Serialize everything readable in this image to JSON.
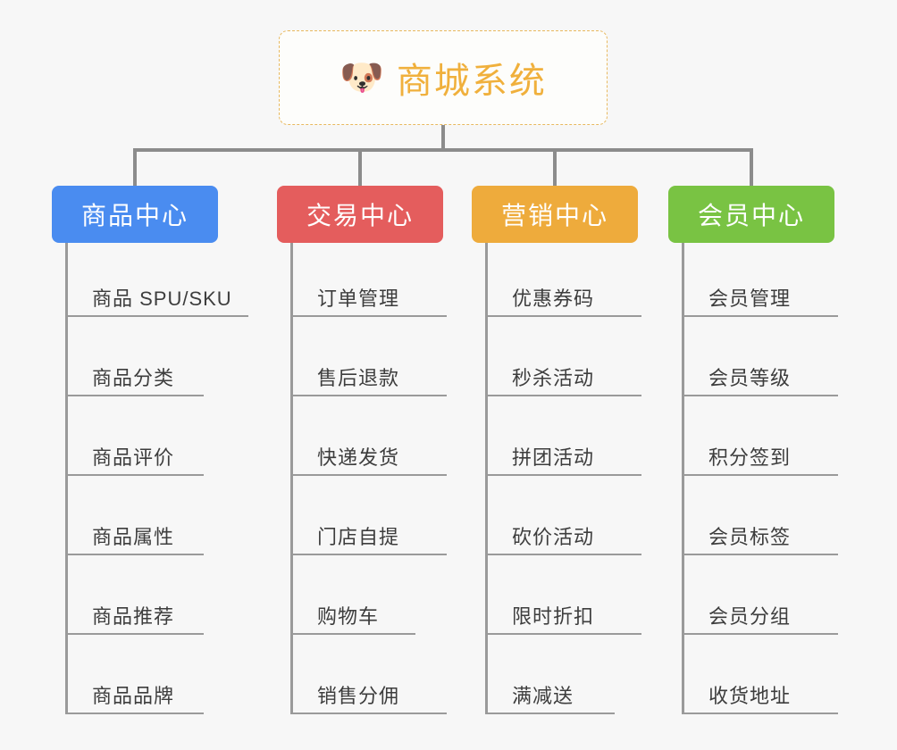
{
  "background_color": "#f7f7f7",
  "root": {
    "icon": "shiba-dog-face-emoji",
    "emoji": "🐶",
    "title": "商城系统",
    "text_color": "#f0b03c",
    "border_color": "#e8b95f"
  },
  "connector_color": "#8c8c8c",
  "columns": [
    {
      "id": "product-center",
      "label": "商品中心",
      "color": "#4a8cf0",
      "items": [
        "商品 SPU/SKU",
        "商品分类",
        "商品评价",
        "商品属性",
        "商品推荐",
        "商品品牌"
      ]
    },
    {
      "id": "trade-center",
      "label": "交易中心",
      "color": "#e45d5d",
      "items": [
        "订单管理",
        "售后退款",
        "快递发货",
        "门店自提",
        "购物车",
        "销售分佣"
      ]
    },
    {
      "id": "marketing-center",
      "label": "营销中心",
      "color": "#eeab3c",
      "items": [
        "优惠券码",
        "秒杀活动",
        "拼团活动",
        "砍价活动",
        "限时折扣",
        "满减送"
      ]
    },
    {
      "id": "member-center",
      "label": "会员中心",
      "color": "#79c343",
      "items": [
        "会员管理",
        "会员等级",
        "积分签到",
        "会员标签",
        "会员分组",
        "收货地址"
      ]
    }
  ]
}
